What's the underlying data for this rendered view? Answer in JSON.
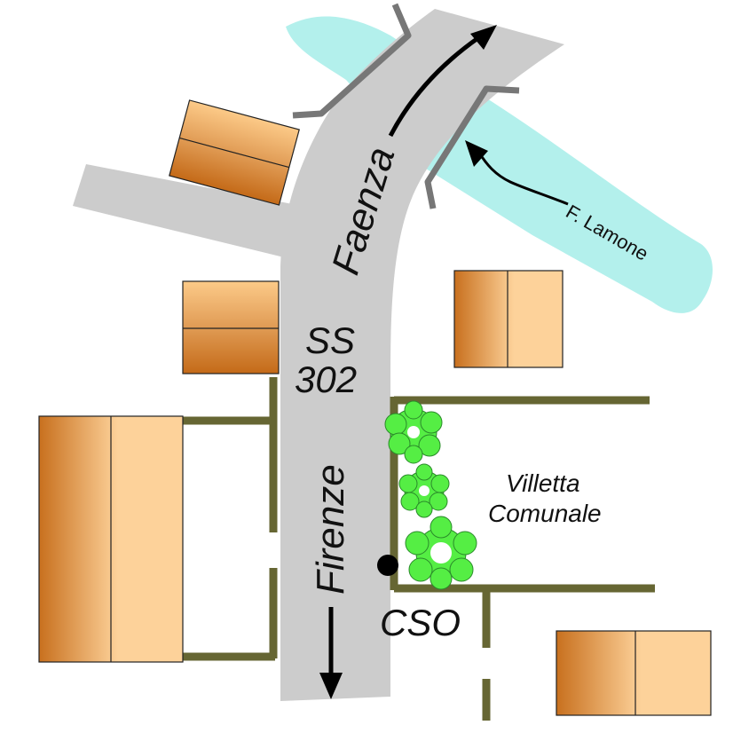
{
  "labels": {
    "road_name": "SS",
    "road_number": "302",
    "direction_north": "Faenza",
    "direction_south": "Firenze",
    "river": "F. Lamone",
    "park_line1": "Villetta",
    "park_line2": "Comunale",
    "outfall": "CSO"
  },
  "colors": {
    "road": "#cccccc",
    "river": "#b3f0ec",
    "wall": "#666633",
    "bridge_rail": "#777777",
    "building_dark": "#c8701e",
    "building_light": "#fdd29a",
    "tree": "#55ee44",
    "tree_edge": "#2a8a2a",
    "marker": "#000000"
  }
}
